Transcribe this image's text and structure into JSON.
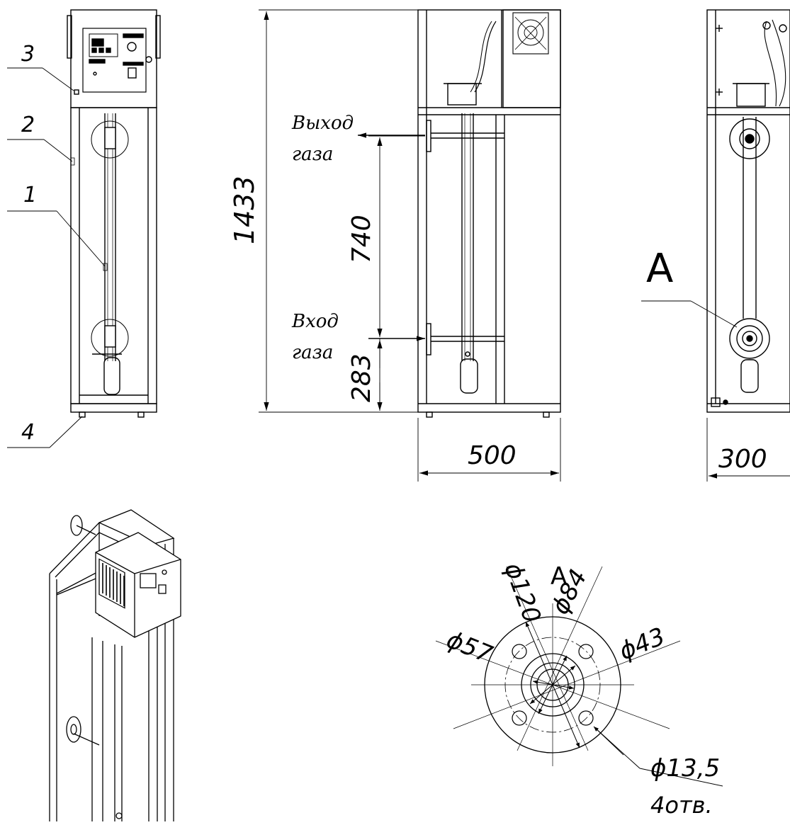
{
  "callouts": {
    "p3": "3",
    "p2": "2",
    "p1": "1",
    "p4": "4"
  },
  "dimensions": {
    "height_total": "1433",
    "between_ports": "740",
    "bottom_offset": "283",
    "width_front": "500",
    "width_side": "300"
  },
  "labels": {
    "gas_out_1": "Выход",
    "gas_out_2": "газа",
    "gas_in_1": "Вход",
    "gas_in_2": "газа"
  },
  "view_marker": "A",
  "detail_title": "A",
  "flange_dims": {
    "d120": "ϕ120",
    "d84": "ϕ84",
    "d57": "ϕ57",
    "d43": "ϕ43",
    "d13_5": "ϕ13,5",
    "holes": "4отв."
  }
}
